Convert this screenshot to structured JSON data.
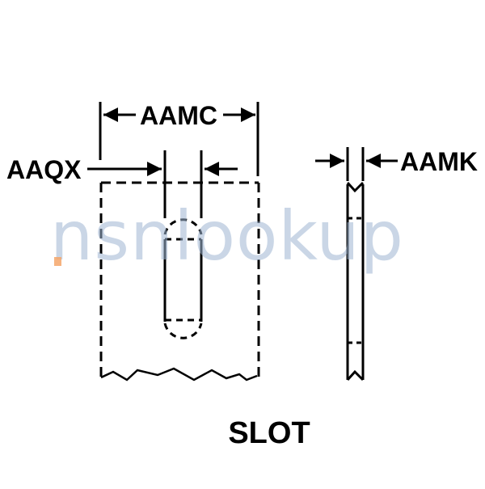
{
  "diagram": {
    "title": "SLOT",
    "labels": {
      "overall_width": "AAMC",
      "slot_width": "AAQX",
      "thickness": "AAMK"
    },
    "watermark": "nsnlookup",
    "colors": {
      "line": "#000000",
      "background": "#ffffff",
      "watermark": "#9fb6d3",
      "watermark_accent": "#f4a66a"
    }
  }
}
